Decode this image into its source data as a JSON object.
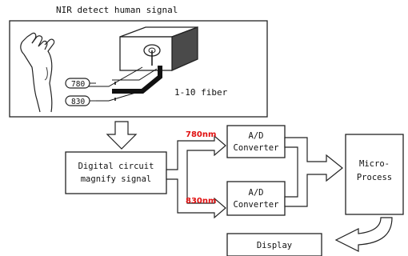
{
  "title": "NIR detect human signal",
  "fiber_label": "1-10 fiber",
  "wavelength_tag_1": "780",
  "wavelength_tag_2": "830",
  "wavelength_label_1": "780nm",
  "wavelength_label_2": "830nm",
  "digital_circuit": {
    "line1": "Digital circuit",
    "line2": "magnify signal"
  },
  "ad_converter_1": {
    "line1": "A/D",
    "line2": "Converter"
  },
  "ad_converter_2": {
    "line1": "A/D",
    "line2": "Converter"
  },
  "micro_process": {
    "line1": "Micro-",
    "line2": "Process"
  },
  "display": "Display",
  "colors": {
    "stroke": "#222222",
    "wavelength_text": "#e01010",
    "box_fill": "#ffffff"
  }
}
